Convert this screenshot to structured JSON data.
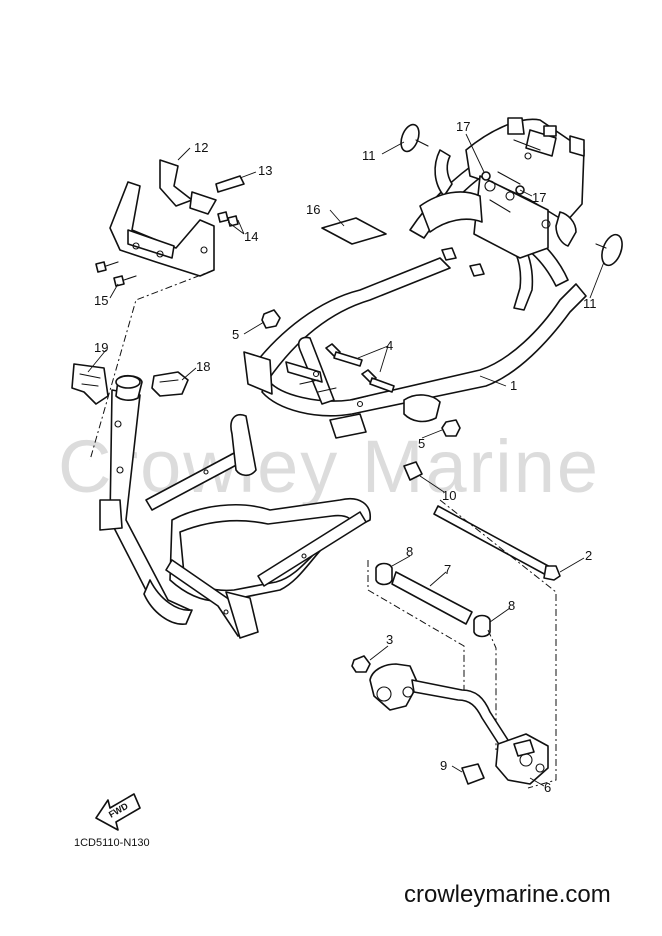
{
  "watermark": "Crowley Marine",
  "diagram_code": "1CD5110-N130",
  "site_url": "crowleymarine.com",
  "fwd_label": "FWD",
  "callouts": [
    "1",
    "2",
    "3",
    "4",
    "5",
    "5",
    "6",
    "7",
    "8",
    "8",
    "9",
    "10",
    "11",
    "11",
    "12",
    "13",
    "14",
    "15",
    "16",
    "17",
    "17",
    "18",
    "19"
  ]
}
